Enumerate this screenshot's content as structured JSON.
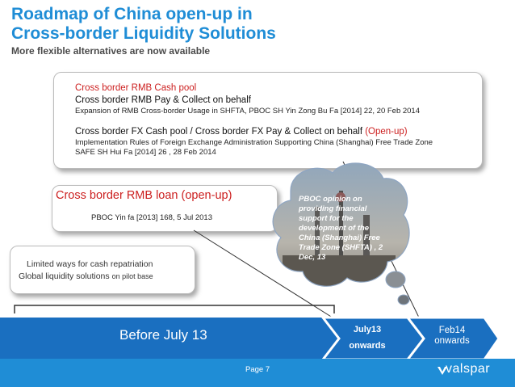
{
  "header": {
    "title_line1": "Roadmap of China open-up in",
    "title_line2": "Cross-border Liquidity Solutions",
    "subtitle": "More flexible alternatives are now available"
  },
  "callout_top": {
    "line1": "Cross border RMB Cash pool",
    "line2": "Cross border RMB Pay & Collect on behalf",
    "line3": "Expansion of RMB Cross-border Usage in SHFTA, PBOC SH Yin Zong Bu Fa [2014] 22, 20 Feb 2014",
    "line4_main": "Cross border FX Cash pool  / Cross border FX Pay & Collect on behalf ",
    "line4_red": "(Open-up)",
    "line5": "Implementation Rules of Foreign Exchange Administration Supporting China (Shanghai) Free Trade Zone",
    "line6": "SAFE SH Hui Fa [2014] 26 , 28 Feb 2014"
  },
  "callout_loan": {
    "title": "Cross border RMB loan (open-up)",
    "sub": "PBOC Yin fa [2013] 168, 5 Jul 2013"
  },
  "callout_left": {
    "line1": "Limited ways for cash repatriation",
    "line2_main": "Global liquidity solutions ",
    "line2_small": "on pilot base"
  },
  "cloud": {
    "text": "PBOC opinion on providing financial support for the development of the China (Shanghai) Free Trade Zone (SHFTA) , 2 Dec, 13"
  },
  "timeline": {
    "before": "Before July 13",
    "july_line1": "July13",
    "july_line2": "onwards",
    "feb_line1": "Feb14",
    "feb_line2": "onwards"
  },
  "footer": {
    "page": "Page 7",
    "logo": "valspar"
  },
  "colors": {
    "brand_blue": "#1f8dd6",
    "red": "#cc1f1f",
    "timeline_blue": "#1a6fc0"
  }
}
